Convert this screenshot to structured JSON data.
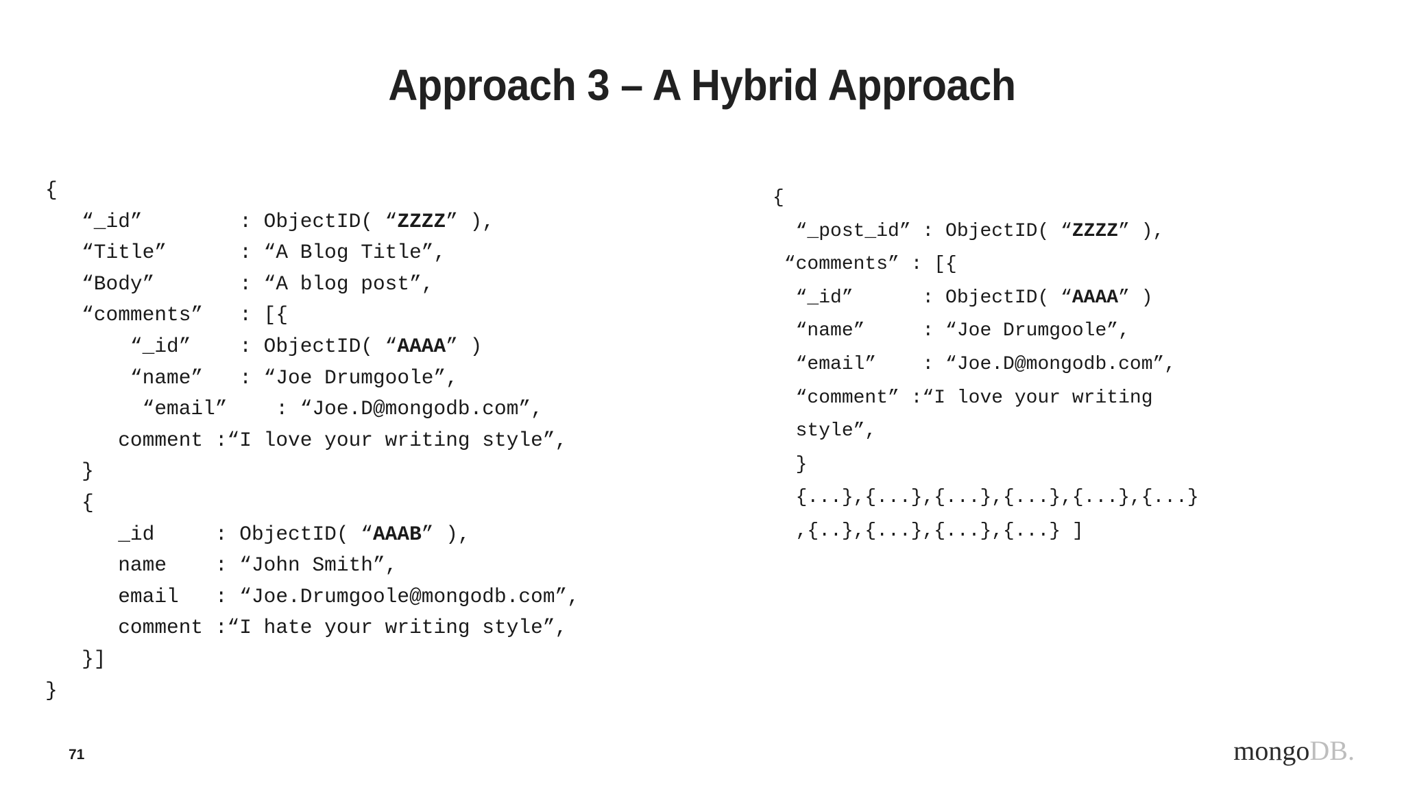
{
  "slide": {
    "title": "Approach 3 – A Hybrid Approach",
    "page_number": "71",
    "brand": {
      "primary": "mongo",
      "secondary": "DB."
    },
    "colors": {
      "background": "#ffffff",
      "title": "#212121",
      "code": "#1a1a1a",
      "brand_primary": "#2b2b2b",
      "brand_secondary": "#bdbdbd"
    }
  },
  "left_document": {
    "name": "blog-post-document",
    "lines": [
      "{",
      "   “_id”        : ObjectID( “<b>ZZZZ</b>” ),",
      "   “Title”      : “A Blog Title”,",
      "   “Body”       : “A blog post”,",
      "   “comments”   : [{",
      "       “_id”    : ObjectID( “<b>AAAA</b>” )",
      "       “name”   : “Joe Drumgoole”,",
      "        “email”    : “Joe.D@mongodb.com”,",
      "      comment :“I love your writing style”,",
      "   }",
      "   {",
      "      _id     : ObjectID( “<b>AAAB</b>” ),",
      "      name    : “John Smith”,",
      "      email   : “Joe.Drumgoole@mongodb.com”,",
      "      comment :“I hate your writing style”,",
      "   }]",
      "}"
    ]
  },
  "right_document": {
    "name": "comments-overflow-document",
    "lines": [
      "{",
      "  “_post_id” : ObjectID( “<b>ZZZZ</b>” ),",
      " “comments” : [{",
      "  “_id”      : ObjectID( “<b>AAAA</b>” )",
      "  “name”     : “Joe Drumgoole”,",
      "  “email”    : “Joe.D@mongodb.com”,",
      "  “comment” :“I love your writing",
      "  style”,",
      "  }",
      "  {...},{...},{...},{...},{...},{...}",
      "  ,{..},{...},{...},{...} ]"
    ]
  }
}
